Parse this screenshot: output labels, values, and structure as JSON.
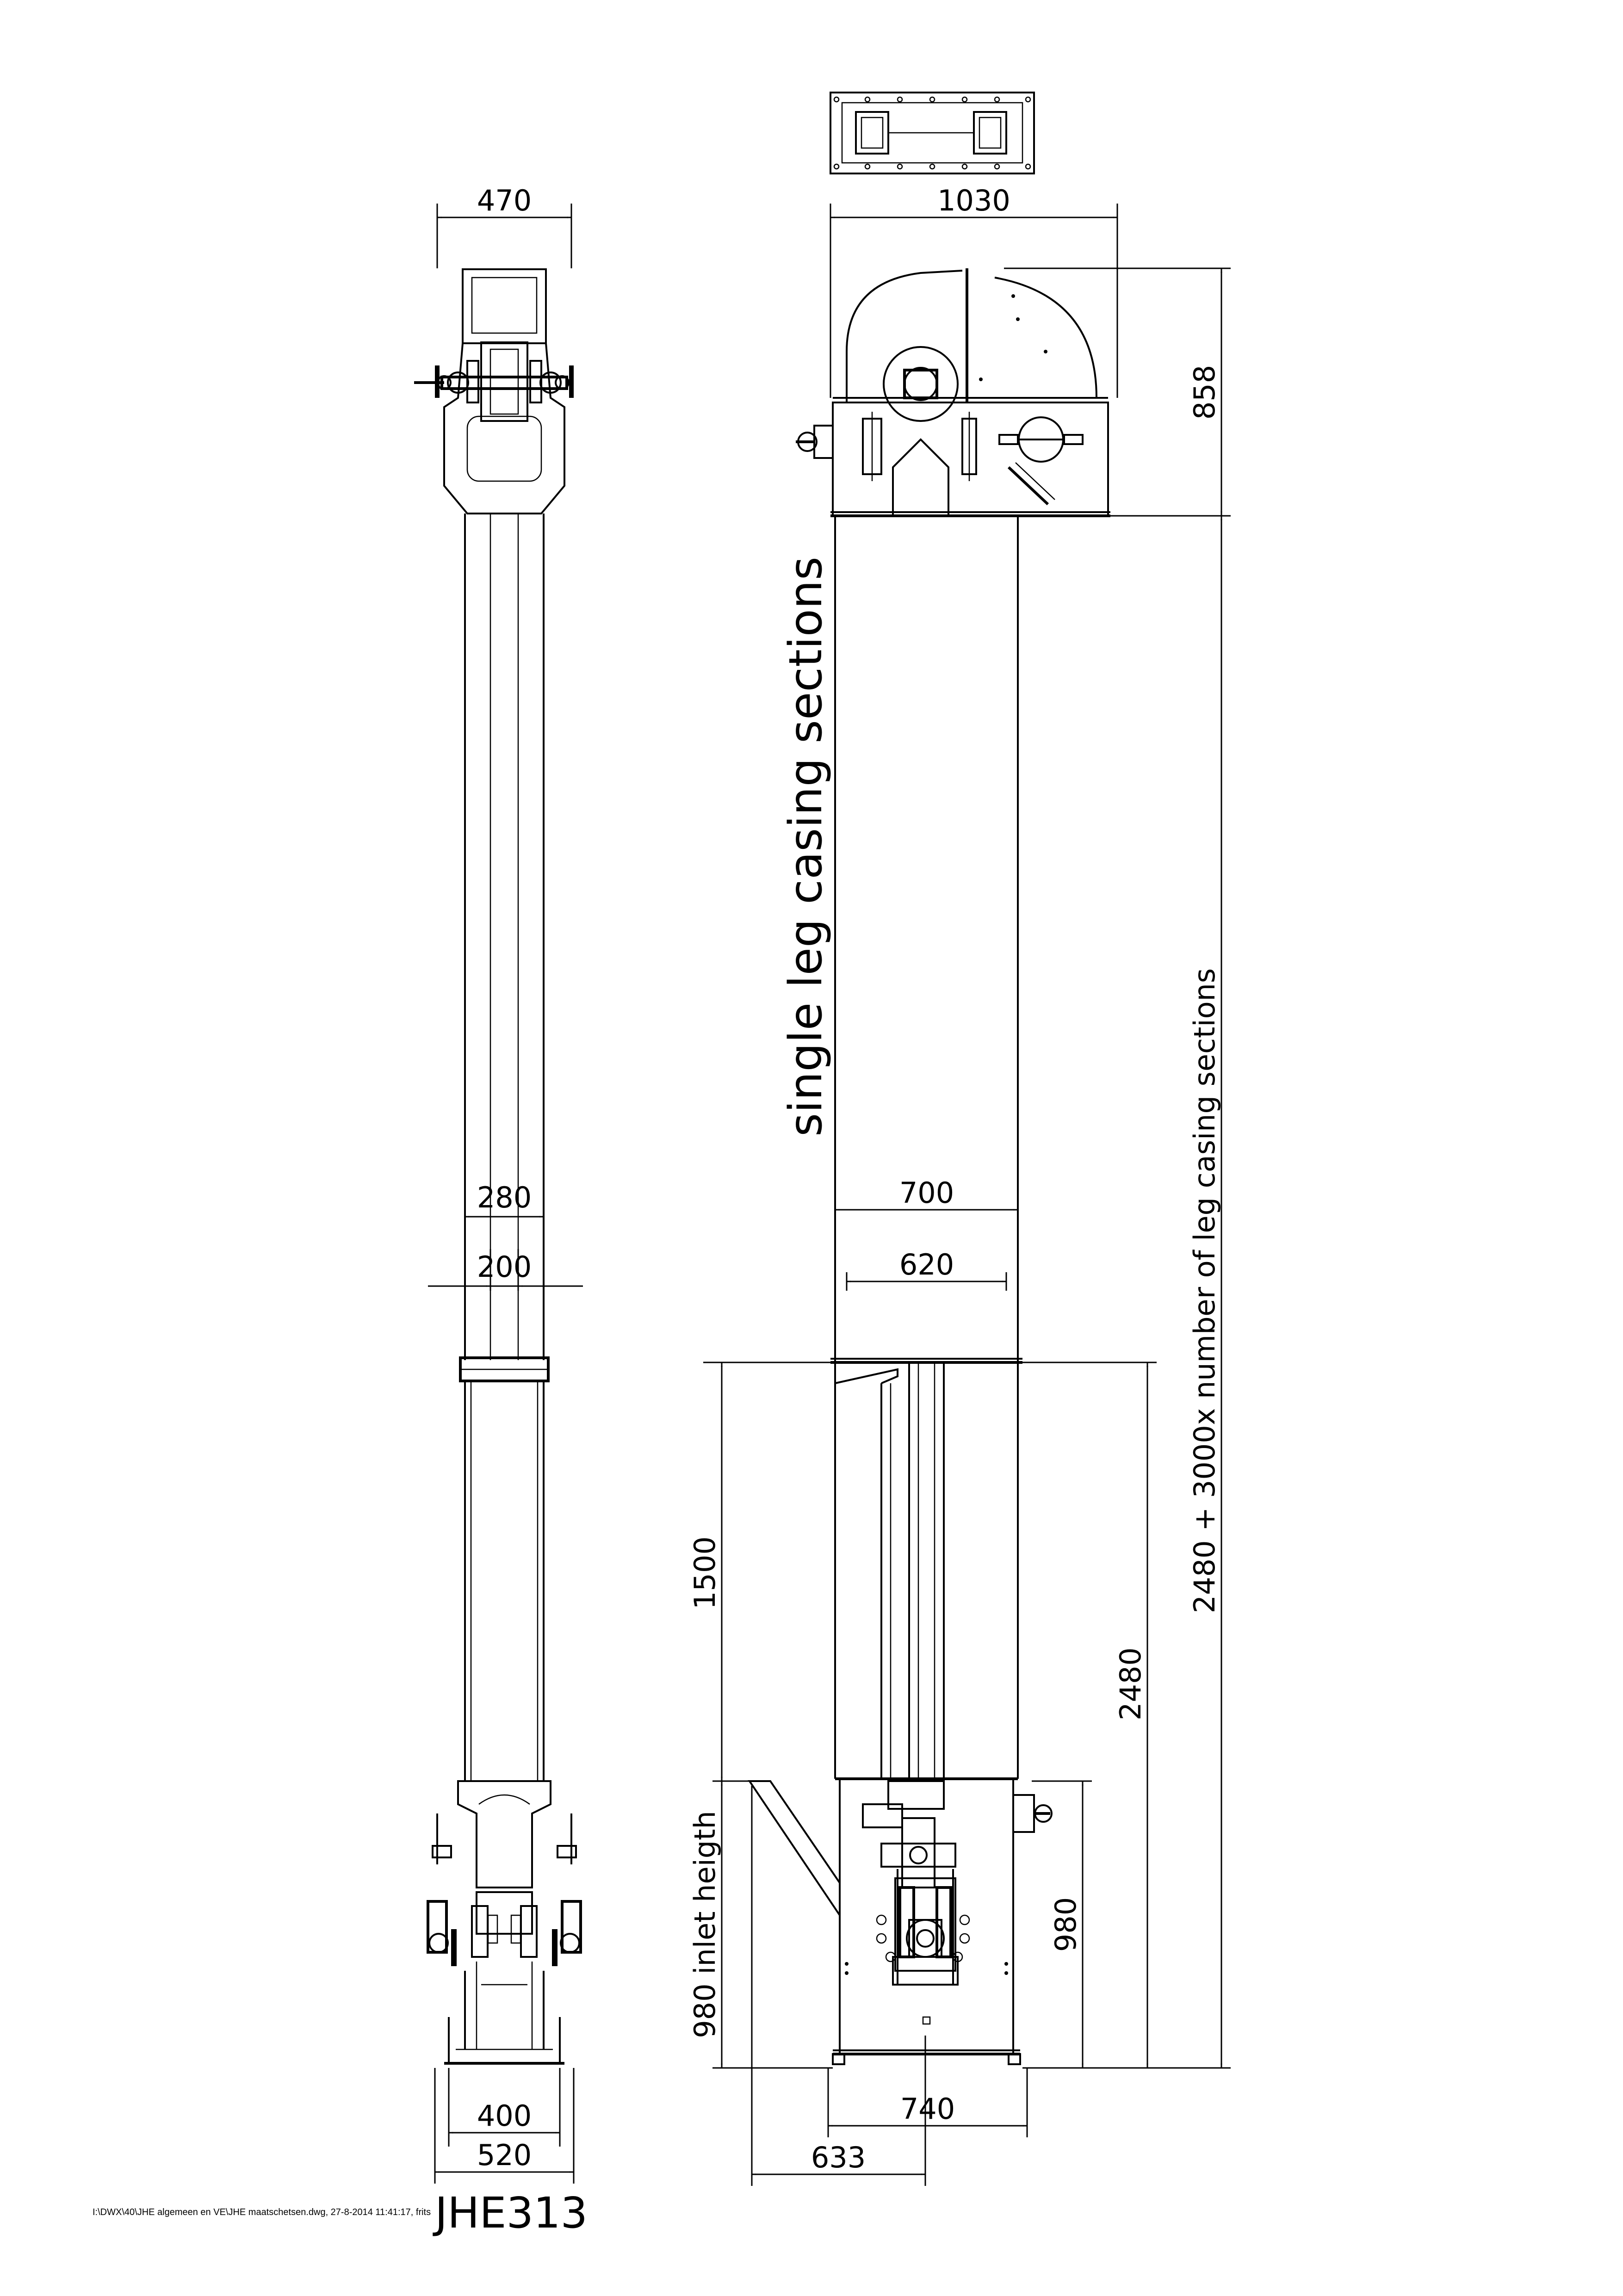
{
  "drawing": {
    "drawing_id": "JHE313",
    "file_caption": "I:\\DWX\\40\\JHE algemeen en VE\\JHE maatschetsen.dwg, 27-8-2014 11:41:17, frits",
    "labels": {
      "single_leg": "single leg casing sections",
      "total_height": "2480 + 3000x number of leg casing sections",
      "inlet_height": "980 inlet heigth"
    },
    "dimensions": {
      "side_top_width": "470",
      "side_leg_outer": "280",
      "side_leg_inner": "200",
      "side_base_inner": "400",
      "side_base_outer": "520",
      "front_head_width": "1030",
      "head_height": "858",
      "leg_outer_width": "700",
      "leg_inner_width": "620",
      "boot_section": "1500",
      "boot_total": "2480",
      "boot_lower": "980",
      "boot_width": "740",
      "inlet_offset": "633"
    }
  }
}
